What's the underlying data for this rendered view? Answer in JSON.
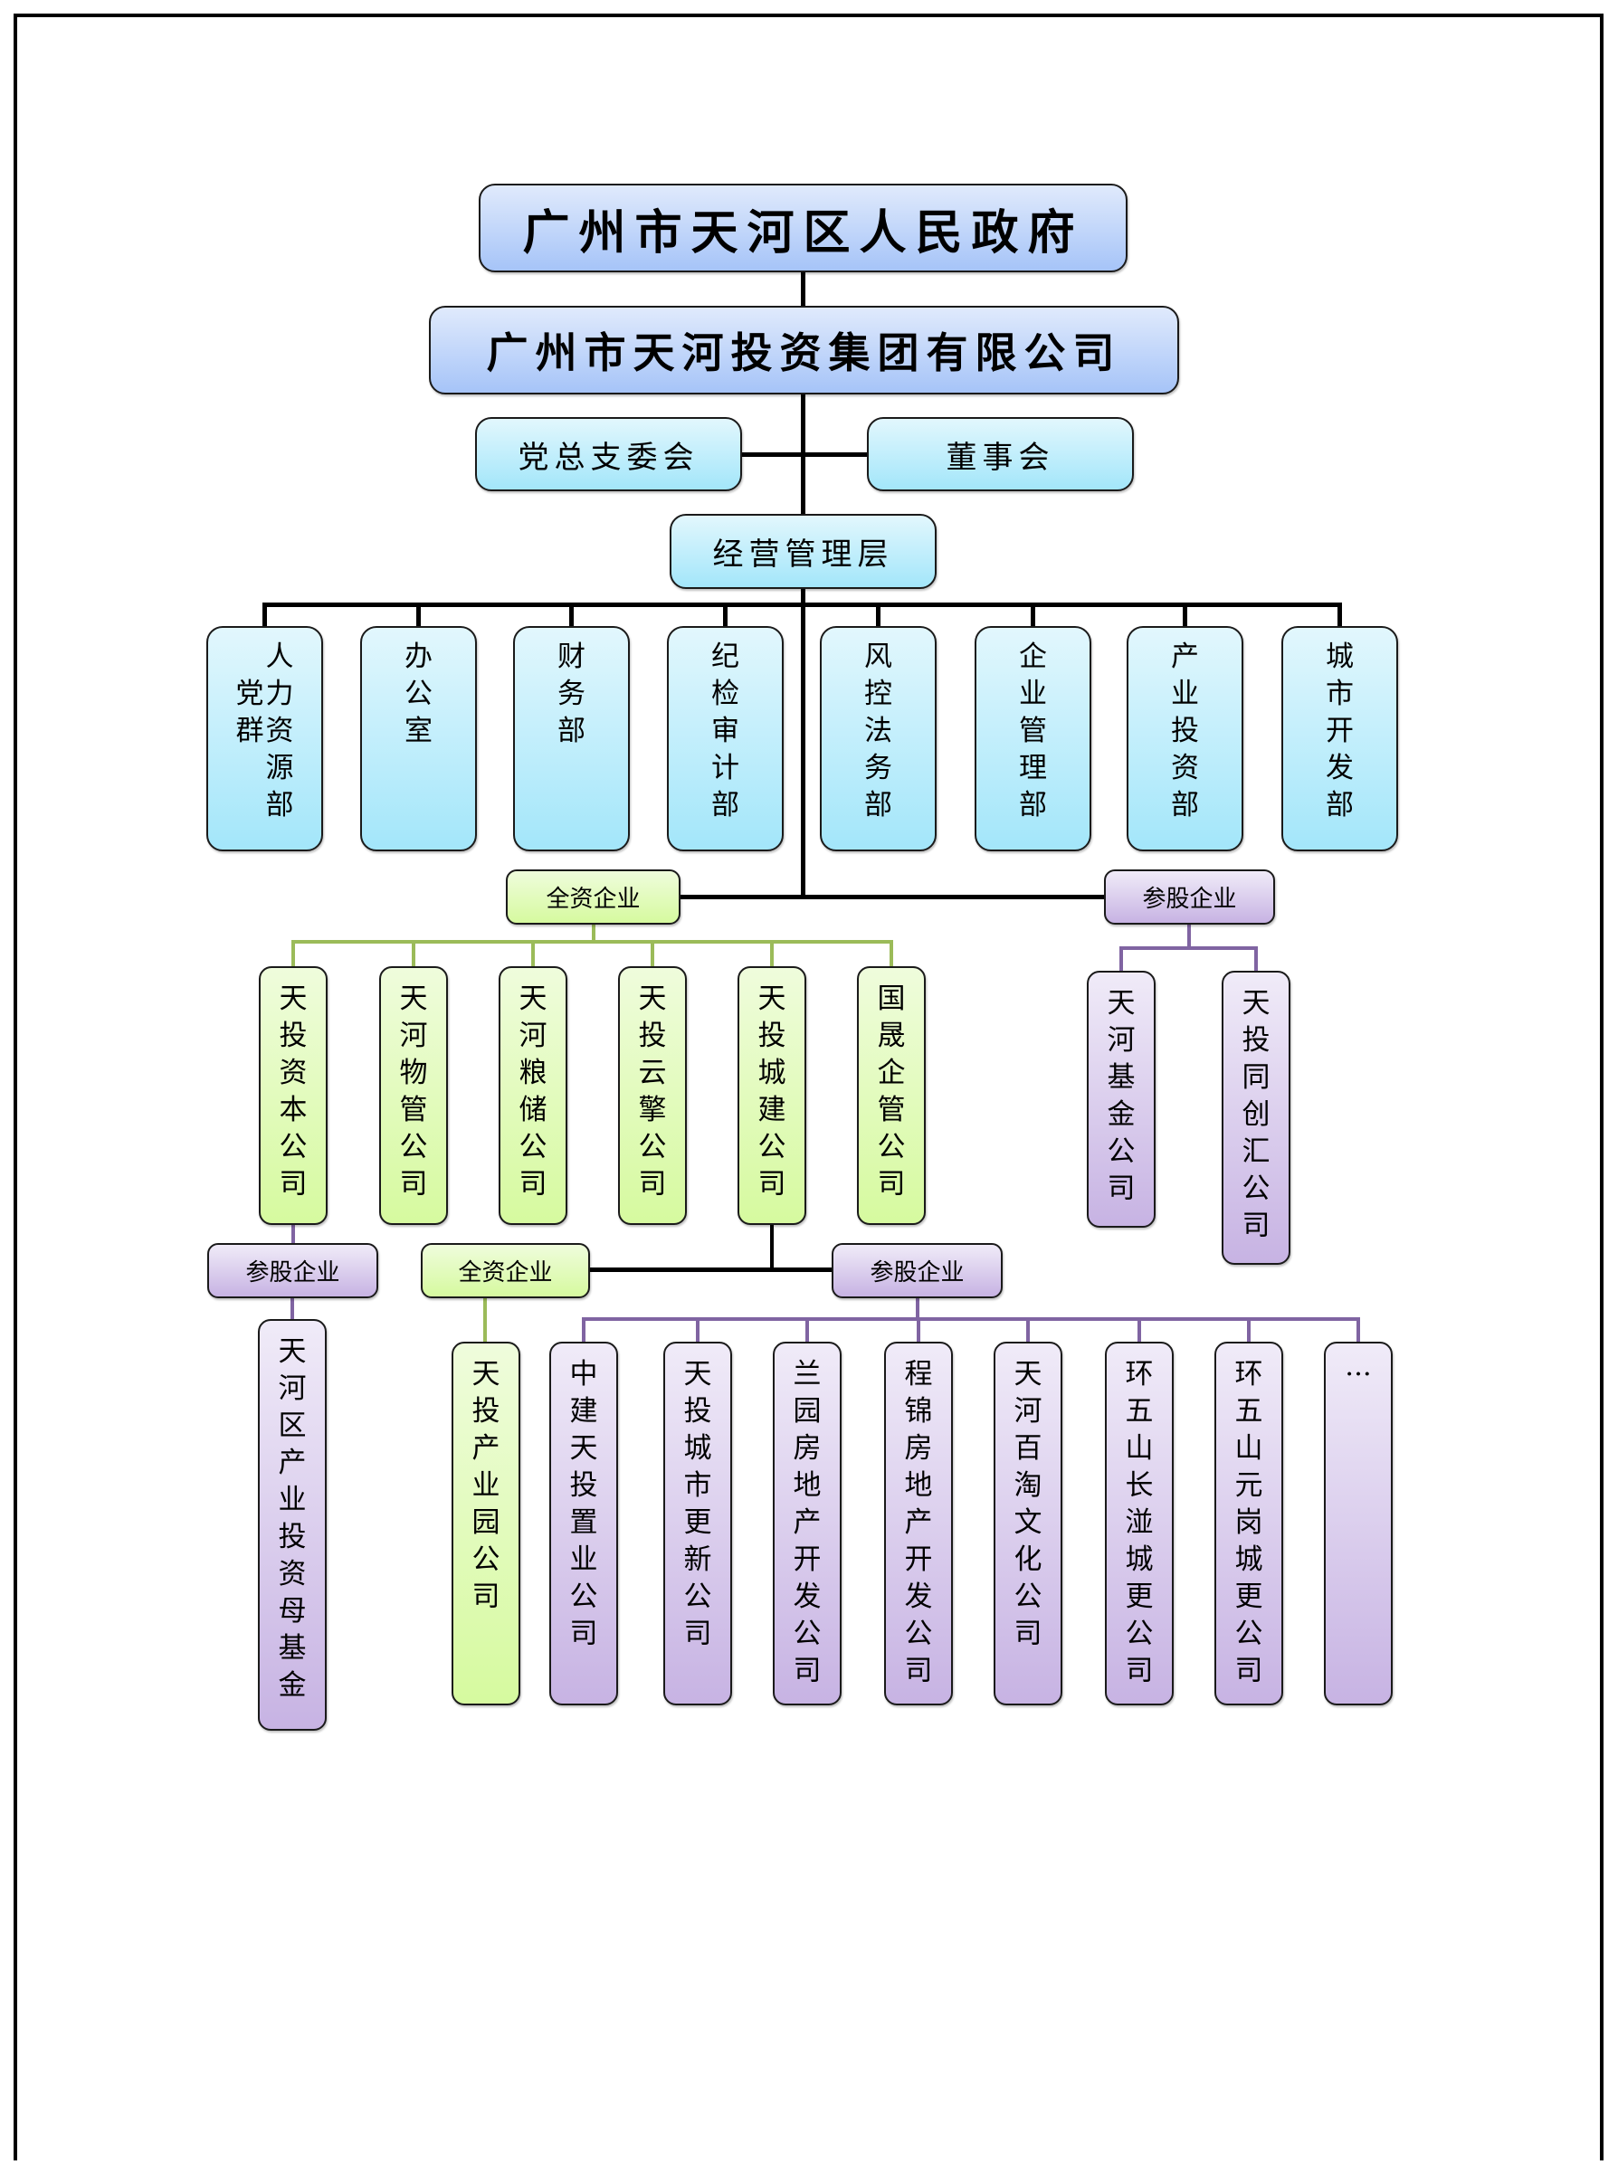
{
  "chart_title": "天河投资集团组织架构图",
  "top": {
    "government": "广州市天河区人民政府",
    "group": "广州市天河投资集团有限公司",
    "party_committee": "党总支委会",
    "board": "董事会",
    "management": "经营管理层"
  },
  "departments": [
    {
      "col1": "党群",
      "col2": "人力资源部"
    },
    {
      "label": "办公室"
    },
    {
      "label": "财务部"
    },
    {
      "label": "纪检审计部"
    },
    {
      "label": "风控法务部"
    },
    {
      "label": "企业管理部"
    },
    {
      "label": "产业投资部"
    },
    {
      "label": "城市开发部"
    }
  ],
  "wholly_owned": {
    "label": "全资企业",
    "companies": [
      "天投资本公司",
      "天河物管公司",
      "天河粮储公司",
      "天投云擎公司",
      "天投城建公司",
      "国晟企管公司"
    ]
  },
  "shareholding": {
    "label": "参股企业",
    "companies": [
      "天河基金公司",
      "天投同创汇公司"
    ]
  },
  "capital_sub": {
    "shareholding_label": "参股企业",
    "companies": [
      "天河区产业投资母基金"
    ]
  },
  "construction_sub": {
    "wholly_owned_label": "全资企业",
    "wholly_owned_companies": [
      "天投产业园公司"
    ],
    "shareholding_label": "参股企业",
    "shareholding_companies": [
      "中建天投置业公司",
      "天投城市更新公司",
      "兰园房地产开发公司",
      "程锦房地产开发公司",
      "天河百淘文化公司",
      "环五山长湴城更公司",
      "环五山元岗城更公司",
      "···"
    ]
  },
  "colors": {
    "green_connector": "#9bbb59",
    "purple_connector": "#8064a2"
  }
}
